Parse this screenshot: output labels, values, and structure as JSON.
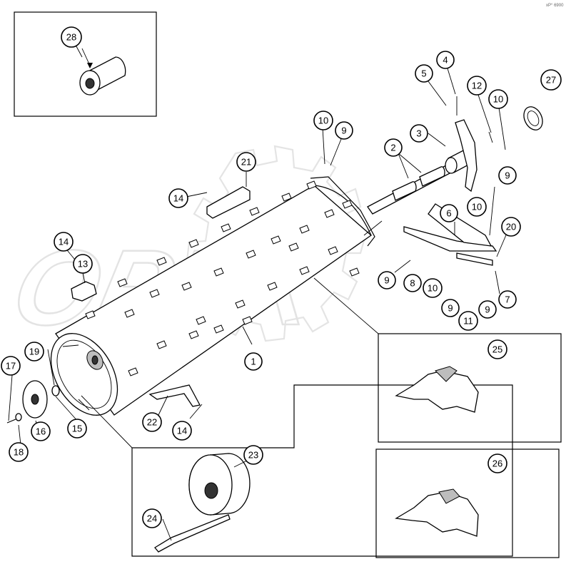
{
  "diagram": {
    "corner_code": "xP° 6900",
    "watermark": "OPEX",
    "callouts": [
      {
        "label": "28"
      },
      {
        "label": "4"
      },
      {
        "label": "5"
      },
      {
        "label": "27"
      },
      {
        "label": "12"
      },
      {
        "label": "10"
      },
      {
        "label": "3"
      },
      {
        "label": "10"
      },
      {
        "label": "9"
      },
      {
        "label": "2"
      },
      {
        "label": "21"
      },
      {
        "label": "9"
      },
      {
        "label": "14"
      },
      {
        "label": "6"
      },
      {
        "label": "10"
      },
      {
        "label": "20"
      },
      {
        "label": "14"
      },
      {
        "label": "13"
      },
      {
        "label": "9"
      },
      {
        "label": "8"
      },
      {
        "label": "10"
      },
      {
        "label": "7"
      },
      {
        "label": "9"
      },
      {
        "label": "9"
      },
      {
        "label": "11"
      },
      {
        "label": "1"
      },
      {
        "label": "25"
      },
      {
        "label": "19"
      },
      {
        "label": "17"
      },
      {
        "label": "22"
      },
      {
        "label": "15"
      },
      {
        "label": "16"
      },
      {
        "label": "14"
      },
      {
        "label": "18"
      },
      {
        "label": "26"
      },
      {
        "label": "23"
      },
      {
        "label": "24"
      }
    ]
  }
}
